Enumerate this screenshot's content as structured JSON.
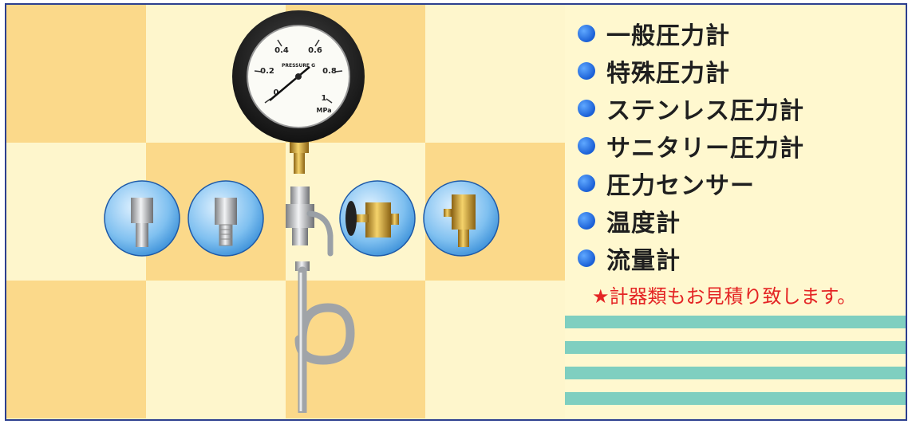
{
  "products": [
    {
      "label": "一般圧力計"
    },
    {
      "label": "特殊圧力計"
    },
    {
      "label": "ステンレス圧力計"
    },
    {
      "label": "サニタリー圧力計"
    },
    {
      "label": "圧力センサー"
    },
    {
      "label": "温度計"
    },
    {
      "label": "流量計"
    }
  ],
  "note": "★計器類もお見積り致します。",
  "gauge": {
    "scale_labels": [
      "0",
      "0.2",
      "0.4",
      "0.6",
      "0.8",
      "1"
    ],
    "unit": "MPa",
    "brand_text": "PRESSURE G"
  },
  "colors": {
    "border": "#2c3f8f",
    "check_dark": "#fbd98a",
    "check_light": "#fef6cc",
    "bullet": "#1a5fd6",
    "note": "#e42424",
    "stripe": "#7fcfc0"
  }
}
